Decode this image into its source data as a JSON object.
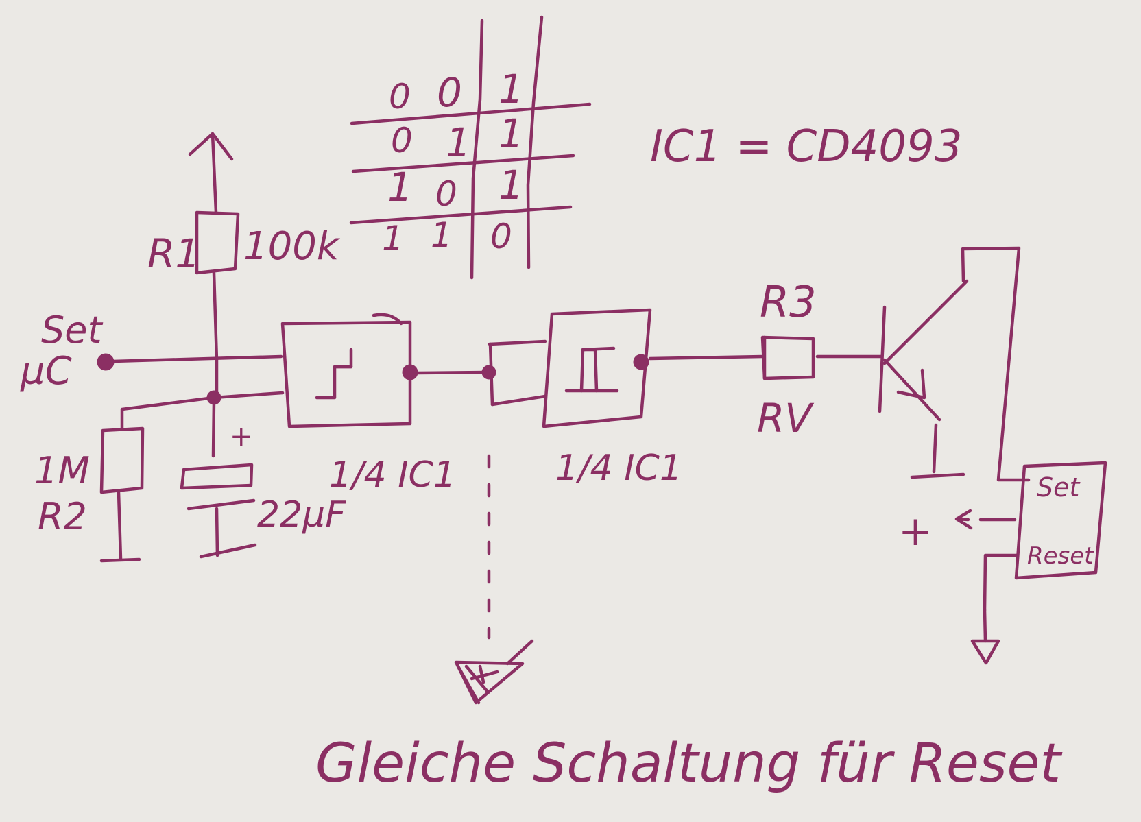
{
  "ink_color": "#8b2f63",
  "paper_color": "#ebe9e5",
  "truth_table": {
    "rows": [
      [
        "0",
        "0",
        "1"
      ],
      [
        "0",
        "1",
        "1"
      ],
      [
        "1",
        "0",
        "1"
      ],
      [
        "1",
        "1",
        "0"
      ]
    ]
  },
  "labels": {
    "ic_note": "IC1 = CD4093",
    "r1_name": "R1",
    "r1_value": "100k",
    "input_line1": "Set",
    "input_line2": "µC",
    "r2_value": "1M",
    "r2_name": "R2",
    "cap_plus": "+",
    "cap_value": "22µF",
    "gate1": "1/4 IC1",
    "gate2": "1/4 IC1",
    "r3_name": "R3",
    "rv_name": "RV",
    "block_set": "Set",
    "block_reset": "Reset",
    "plus_out": "+",
    "caption": "Gleiche Schaltung für Reset"
  }
}
